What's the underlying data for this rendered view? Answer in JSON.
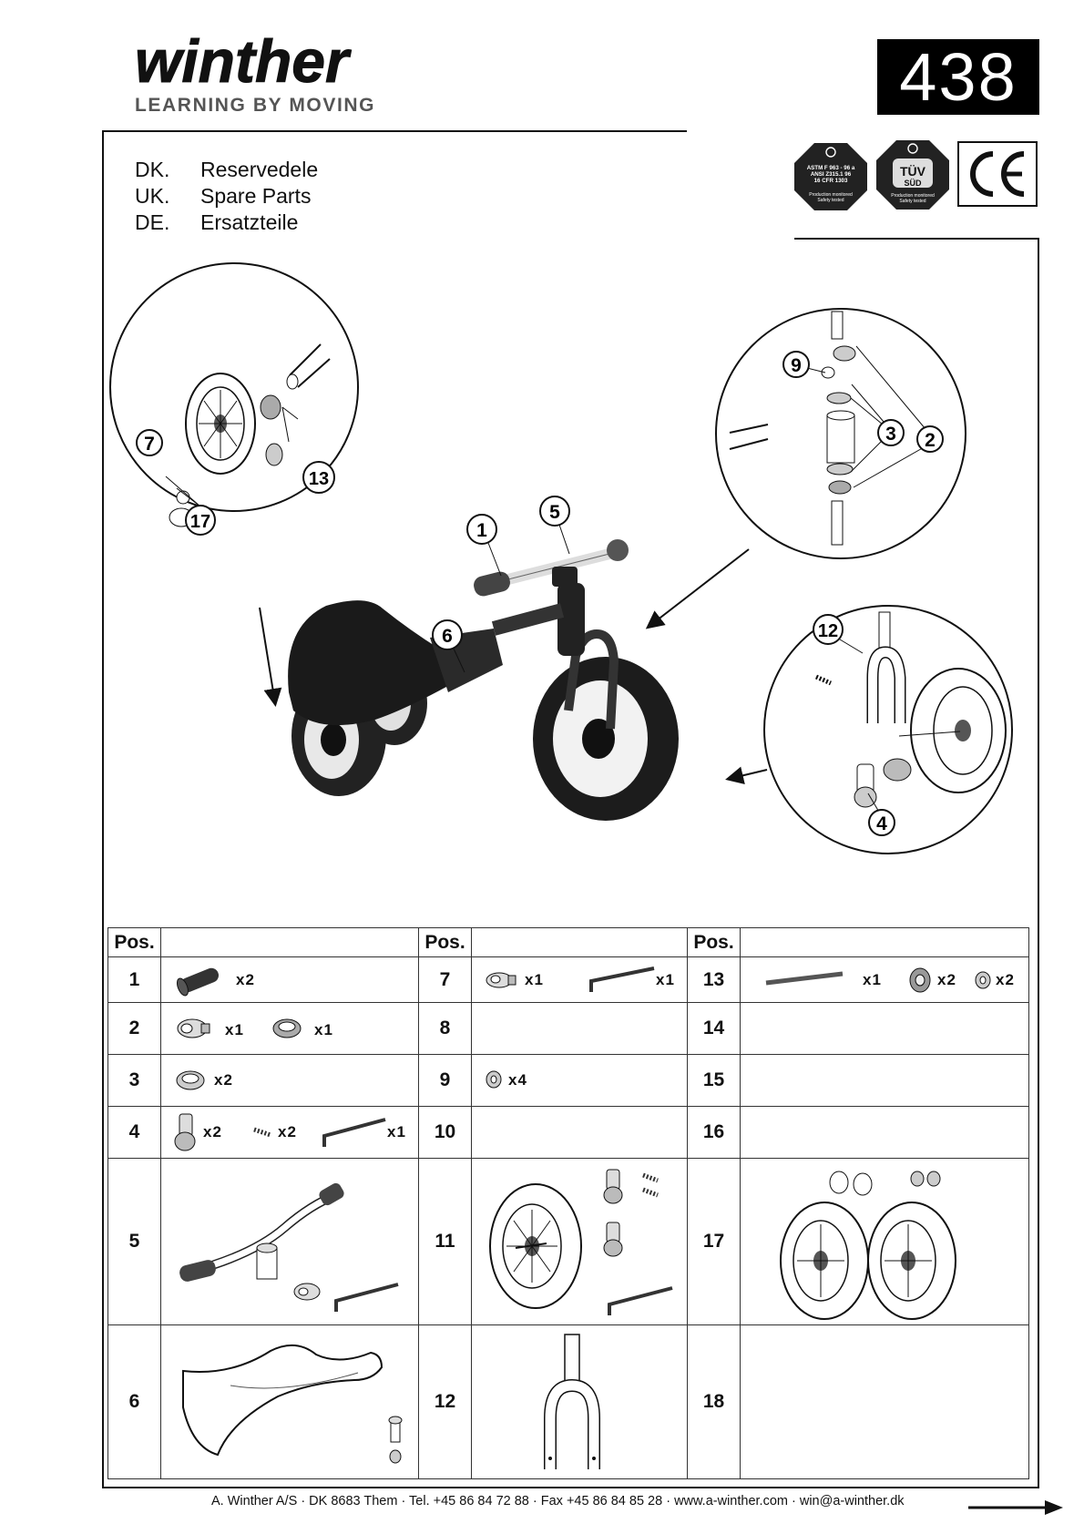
{
  "brand": {
    "name": "winther",
    "tagline": "LEARNING BY MOVING"
  },
  "model_number": "438",
  "certifications": {
    "astm": [
      "ASTM F 963 - 96 a",
      "ANSI Z315.1 96",
      "16 CFR 1303",
      "Production monitored",
      "Safety tested"
    ],
    "tuv": [
      "TÜV",
      "SÜD",
      "Production monitored",
      "Safety tested"
    ],
    "ce": "CE"
  },
  "languages": [
    {
      "code": "DK.",
      "title": "Reservedele"
    },
    {
      "code": "UK.",
      "title": "Spare Parts"
    },
    {
      "code": "DE.",
      "title": "Ersatzteile"
    }
  ],
  "callouts": [
    "1",
    "2",
    "3",
    "4",
    "5",
    "6",
    "7",
    "9",
    "12",
    "13",
    "17"
  ],
  "table": {
    "header": "Pos.",
    "rows": [
      {
        "a": {
          "pos": "1",
          "qty": [
            "x2"
          ]
        },
        "b": {
          "pos": "7",
          "qty": [
            "x1",
            "x1"
          ]
        },
        "c": {
          "pos": "13",
          "qty": [
            "x1",
            "x2",
            "x2"
          ]
        }
      },
      {
        "a": {
          "pos": "2",
          "qty": [
            "x1",
            "x1"
          ]
        },
        "b": {
          "pos": "8",
          "qty": []
        },
        "c": {
          "pos": "14",
          "qty": []
        }
      },
      {
        "a": {
          "pos": "3",
          "qty": [
            "x2"
          ]
        },
        "b": {
          "pos": "9",
          "qty": [
            "x4"
          ]
        },
        "c": {
          "pos": "15",
          "qty": []
        }
      },
      {
        "a": {
          "pos": "4",
          "qty": [
            "x2",
            "x2",
            "x1"
          ]
        },
        "b": {
          "pos": "10",
          "qty": []
        },
        "c": {
          "pos": "16",
          "qty": []
        }
      },
      {
        "a": {
          "pos": "5",
          "qty": []
        },
        "b": {
          "pos": "11",
          "qty": []
        },
        "c": {
          "pos": "17",
          "qty": []
        }
      },
      {
        "a": {
          "pos": "6",
          "qty": []
        },
        "b": {
          "pos": "12",
          "qty": []
        },
        "c": {
          "pos": "18",
          "qty": []
        }
      }
    ]
  },
  "footer": "A. Winther A/S · DK 8683 Them · Tel. +45 86 84 72 88 · Fax +45 86 84 85 28 · www.a-winther.com · win@a-winther.dk"
}
